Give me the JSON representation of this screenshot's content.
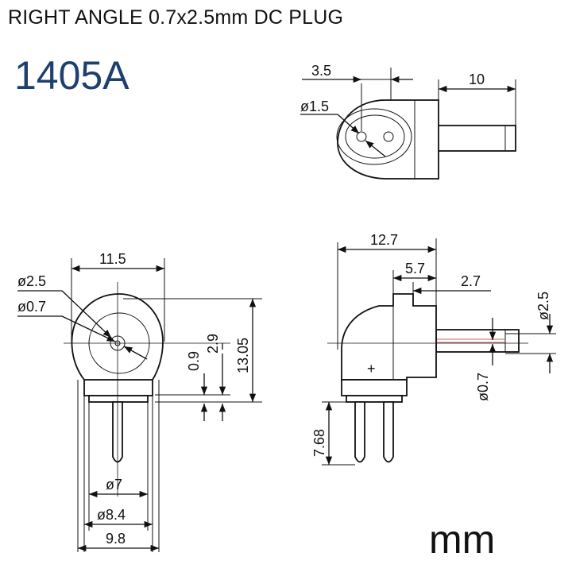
{
  "header": {
    "title": "RIGHT ANGLE 0.7x2.5mm DC PLUG",
    "model": "1405A"
  },
  "units": "mm",
  "dimensions": {
    "top_view": {
      "width_3_5": "3.5",
      "length_10": "10",
      "hole_dia_1_5": "ø1.5"
    },
    "front_view": {
      "width_11_5": "11.5",
      "dia_2_5": "ø2.5",
      "dia_0_7": "ø0.7",
      "height_0_9": "0.9",
      "height_2_9": "2.9",
      "height_13_05": "13.05",
      "dia_7": "ø7",
      "dia_8_4": "ø8.4",
      "width_9_8": "9.8"
    },
    "side_view": {
      "length_12_7": "12.7",
      "length_5_7": "5.7",
      "length_2_7": "2.7",
      "dia_2_5": "ø2.5",
      "dia_0_7": "ø0.7",
      "height_7_68": "7.68"
    }
  }
}
